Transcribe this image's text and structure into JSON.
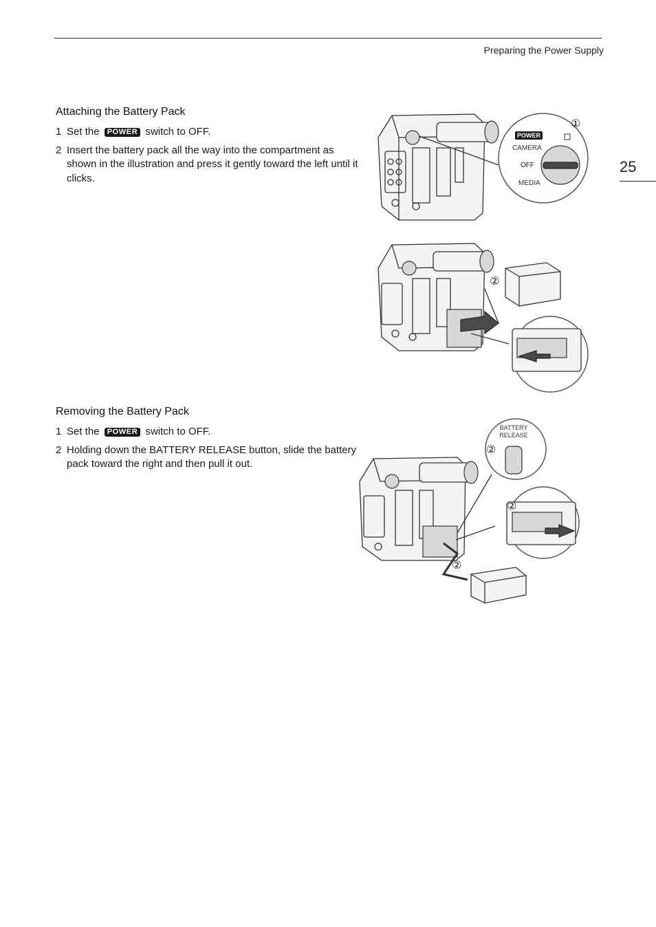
{
  "header": {
    "running_title": "Preparing the Power Supply"
  },
  "page_number": "25",
  "sections": [
    {
      "title": "Attaching the Battery Pack",
      "steps": [
        {
          "num": "1",
          "pre": "Set the",
          "badge": "POWER",
          "post": "switch to OFF."
        },
        {
          "num": "2",
          "text": "Insert the battery pack all the way into the compartment as shown in the illustration and press it gently toward the left until it clicks."
        }
      ]
    },
    {
      "title": "Removing the Battery Pack",
      "steps": [
        {
          "num": "1",
          "pre": "Set the",
          "badge": "POWER",
          "post": "switch to OFF."
        },
        {
          "num": "2",
          "text": "Holding down the BATTERY RELEASE button, slide the battery pack toward the right and then pull it out."
        }
      ]
    }
  ],
  "figures": {
    "fig1": {
      "badge": "POWER",
      "camera": "CAMERA",
      "off": "OFF",
      "media": "MEDIA",
      "callout": "①"
    },
    "fig2": {
      "callout": "②"
    },
    "fig3": {
      "button_label_1": "BATTERY",
      "button_label_2": "RELEASE",
      "callout": "②"
    }
  }
}
